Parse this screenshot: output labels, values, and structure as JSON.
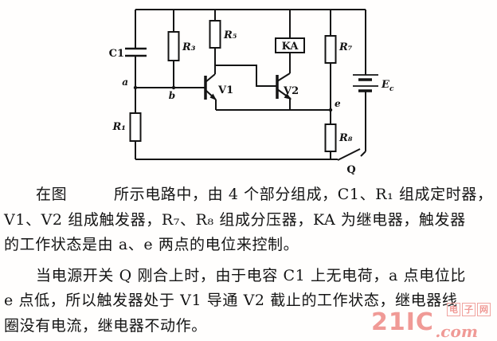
{
  "circuit": {
    "labels": {
      "c1": "C1",
      "r1": "R₁",
      "r3": "R₃",
      "r5": "R₅",
      "r7": "R₇",
      "r8": "R₈",
      "relay": "KA",
      "v1": "V1",
      "v2": "V2",
      "node_a": "a",
      "node_b": "b",
      "node_e": "e",
      "switch": "Q",
      "battery": "E",
      "battery_sub": "c"
    }
  },
  "text": {
    "lines": [
      "在图　　　所示电路中，由 4 个部分组成，C1、R₁ 组成定时器，",
      "V1、V2 组成触发器，R₇、R₈ 组成分压器，KA 为继电器，触发器",
      "的工作状态是由 a、e 两点的电位来控制。",
      "当电源开关 Q 刚合上时，由于电容 C1 上无电荷，a 点电位比",
      "e 点低，所以触发器处于 V1 导通 V2 截止的工作状态，继电器线",
      "圈没有电流，继电器不动作。"
    ]
  },
  "watermark": {
    "brand": "21IC",
    "domain_suffix": ".com",
    "cn_chars": [
      "电",
      "子",
      "网"
    ],
    "color": "#f09a96"
  }
}
